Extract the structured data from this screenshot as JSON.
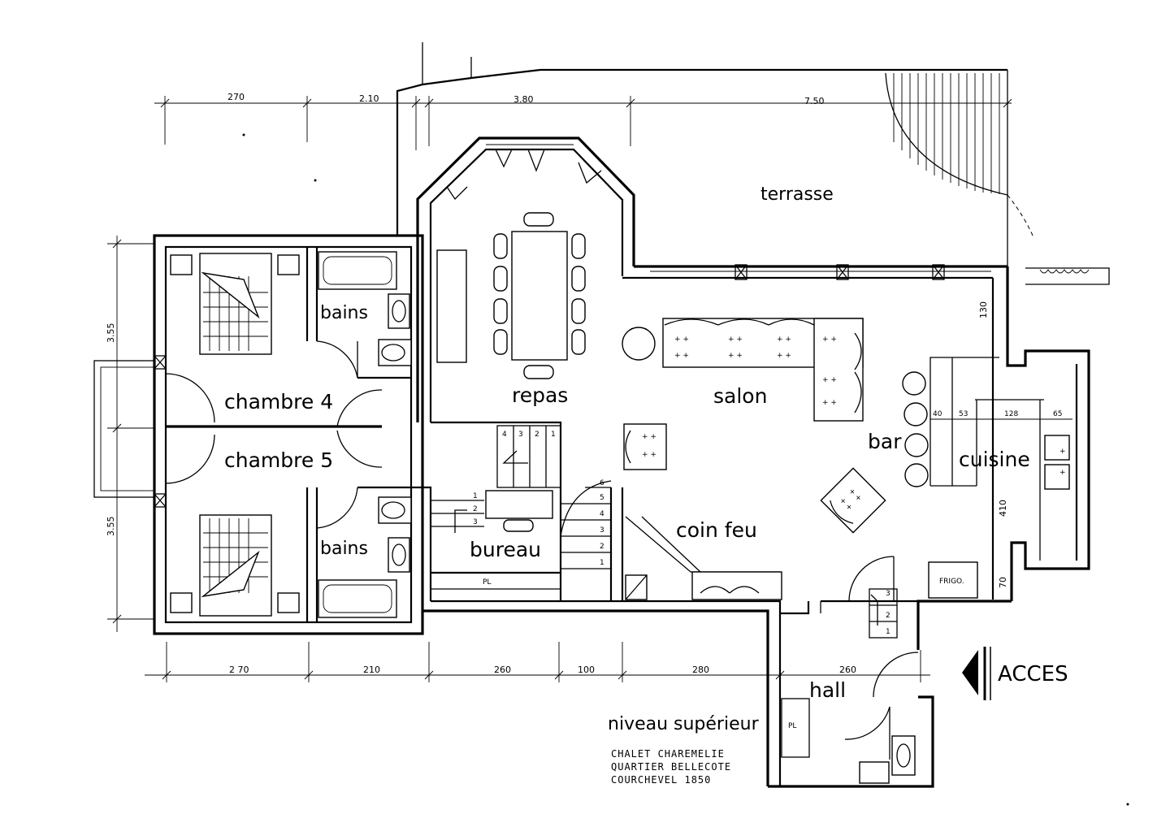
{
  "rooms": {
    "terrasse": "terrasse",
    "bains_top": "bains",
    "bains_bottom": "bains",
    "chambre4": "chambre 4",
    "chambre5": "chambre 5",
    "repas": "repas",
    "salon": "salon",
    "bar": "bar",
    "cuisine": "cuisine",
    "coin_feu": "coin feu",
    "bureau": "bureau",
    "hall": "hall"
  },
  "labels": {
    "frigo": "FRIGO.",
    "pl_bureau": "PL",
    "pl_hall": "PL",
    "acces": "ACCES"
  },
  "dimensions": {
    "top": [
      "270",
      "2.10",
      "3.80",
      "7.50"
    ],
    "bottom": [
      "2 70",
      "210",
      "260",
      "100",
      "280",
      "260"
    ],
    "left": [
      "3.55",
      "3.55"
    ],
    "kitchen": [
      "40",
      "53",
      "128",
      "65"
    ],
    "right": [
      "130",
      "410",
      "70"
    ]
  },
  "stairs": {
    "upper": [
      "4",
      "3",
      "2",
      "1"
    ],
    "bureau_side": [
      "1",
      "2",
      "3"
    ],
    "main": [
      "6",
      "5",
      "4",
      "3",
      "2",
      "1"
    ],
    "hall": [
      "3",
      "2",
      "1"
    ]
  },
  "caption": {
    "level": "niveau supérieur",
    "line1": "CHALET CHAREMELIE",
    "line2": "QUARTIER BELLECOTE",
    "line3": "COURCHEVEL 1850"
  }
}
